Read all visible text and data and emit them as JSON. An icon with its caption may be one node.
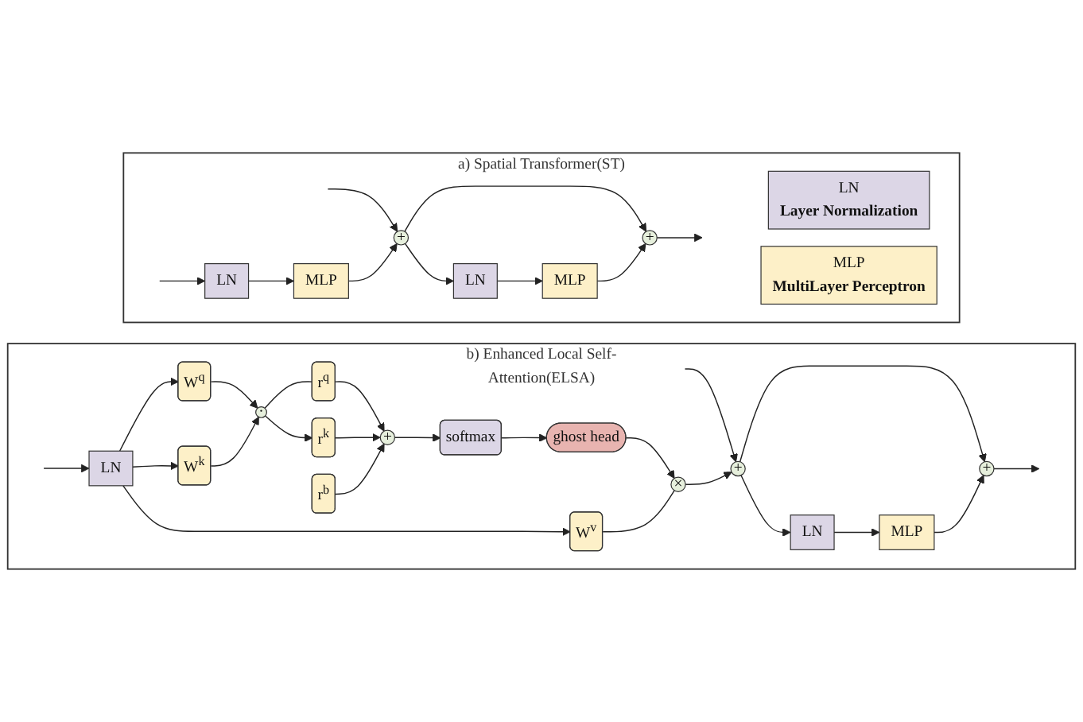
{
  "diagram": {
    "nodes": [
      {
        "text": [
          "a) Spatial Transformer(ST)"
        ]
      },
      {
        "text": [
          "LN"
        ],
        "in": 0
      },
      {
        "text": [
          "MLP"
        ],
        "in": 0
      },
      {
        "text": [
          "+"
        ],
        "in": 0
      },
      {
        "text": [
          "LN"
        ],
        "in": 0
      },
      {
        "text": [
          "MLP"
        ],
        "in": 0
      },
      {
        "text": [
          "+"
        ],
        "in": 0
      },
      {
        "text": [
          "LN",
          "Layer Normalization"
        ],
        "in": 0
      },
      {
        "text": [
          "MLP",
          "MultiLayer Perceptron"
        ],
        "in": 0
      },
      {
        "text": [
          "b) Enhanced Local Self-Attention(ELSA)"
        ]
      },
      {
        "text": [
          "LN"
        ],
        "in": 9
      },
      {
        "text": [
          "W$^{q}$"
        ],
        "in": 9
      },
      {
        "text": [
          "W$^{k}$"
        ],
        "in": 9
      },
      {
        "text": [
          "W$^{v}$"
        ],
        "in": 9
      },
      {
        "text": [
          "·"
        ],
        "in": 9
      },
      {
        "text": [
          "r$^{q}$"
        ],
        "in": 9
      },
      {
        "text": [
          "r$^{k}$"
        ],
        "in": 9
      },
      {
        "text": [
          "r$^{b}$"
        ],
        "in": 9
      },
      {
        "text": [
          "+"
        ],
        "in": 9
      },
      {
        "text": [
          "softmax"
        ],
        "in": 9
      },
      {
        "text": [
          "ghost head"
        ],
        "in": 9
      },
      {
        "text": [
          "×"
        ],
        "in": 9
      },
      {
        "text": [
          "+"
        ],
        "in": 9
      },
      {
        "text": [
          "LN"
        ],
        "in": 9
      },
      {
        "text": [
          "MLP"
        ],
        "in": 9
      },
      {
        "text": [
          "+"
        ],
        "in": 9
      }
    ],
    "edges": [
      {
        "from": null,
        "to": 1,
        "arrow": "to"
      },
      {
        "from": null,
        "to": 3,
        "arrow": "to"
      },
      {
        "from": 1,
        "to": 2,
        "arrow": "to"
      },
      {
        "from": 2,
        "to": 3,
        "arrow": "to"
      },
      {
        "from": 3,
        "to": 4,
        "arrow": "to"
      },
      {
        "from": 3,
        "to": 6,
        "arrow": "to"
      },
      {
        "from": 4,
        "to": 5,
        "arrow": "to"
      },
      {
        "from": 5,
        "to": 6,
        "arrow": "to"
      },
      {
        "from": 6,
        "to": null,
        "arrow": "to"
      },
      {
        "from": null,
        "to": 10,
        "arrow": "to"
      },
      {
        "from": null,
        "to": 22,
        "arrow": "to"
      },
      {
        "from": 10,
        "to": 11,
        "arrow": "to"
      },
      {
        "from": 10,
        "to": 12,
        "arrow": "to"
      },
      {
        "from": 10,
        "to": 13,
        "arrow": "to"
      },
      {
        "from": 11,
        "to": 14,
        "arrow": "to"
      },
      {
        "from": 12,
        "to": 14,
        "arrow": "to"
      },
      {
        "from": 14,
        "to": 15,
        "arrow": "none"
      },
      {
        "from": 14,
        "to": 16,
        "arrow": "to"
      },
      {
        "from": 15,
        "to": 18,
        "arrow": "to"
      },
      {
        "from": 16,
        "to": 18,
        "arrow": "to"
      },
      {
        "from": 17,
        "to": 18,
        "arrow": "to"
      },
      {
        "from": 18,
        "to": 19,
        "arrow": "to"
      },
      {
        "from": 19,
        "to": 20,
        "arrow": "to"
      },
      {
        "from": 20,
        "to": 21,
        "arrow": "to"
      },
      {
        "from": 13,
        "to": 21,
        "arrow": "none"
      },
      {
        "from": 21,
        "to": 22,
        "arrow": "to"
      },
      {
        "from": 22,
        "to": 23,
        "arrow": "to"
      },
      {
        "from": 22,
        "to": 25,
        "arrow": "to"
      },
      {
        "from": 23,
        "to": 24,
        "arrow": "to"
      },
      {
        "from": 24,
        "to": 25,
        "arrow": "to"
      },
      {
        "from": 25,
        "to": null,
        "arrow": "to"
      }
    ]
  }
}
